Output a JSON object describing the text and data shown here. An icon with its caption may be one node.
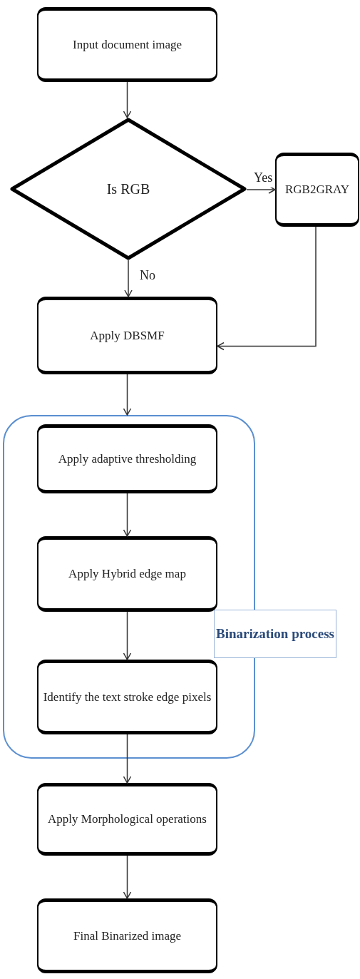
{
  "diagram": {
    "nodes": [
      {
        "text": [
          "Input document image"
        ]
      },
      {
        "text": [
          "Is RGB"
        ]
      },
      {
        "text": [
          "RGB2GRAY"
        ]
      },
      {
        "text": [
          "Apply DBSMF"
        ]
      },
      {
        "text": [
          "Binarization process"
        ]
      },
      {
        "text": [
          "Apply adaptive thresholding"
        ],
        "in": 4
      },
      {
        "text": [
          "Apply Hybrid edge map"
        ],
        "in": 4
      },
      {
        "text": [
          "Identify the text stroke edge pixels"
        ],
        "in": 4
      },
      {
        "text": [
          "Apply Morphological operations"
        ]
      },
      {
        "text": [
          "Final Binarized image"
        ]
      }
    ],
    "edges": [
      {
        "from": 0,
        "to": 1,
        "arrow": "to"
      },
      {
        "from": 1,
        "to": 2,
        "arrow": "to",
        "label": "Yes"
      },
      {
        "from": 1,
        "to": 3,
        "arrow": "to",
        "label": "No"
      },
      {
        "from": 2,
        "to": 3,
        "arrow": "to"
      },
      {
        "from": 3,
        "to": 4,
        "arrow": "to"
      },
      {
        "from": 5,
        "to": 6,
        "arrow": "to"
      },
      {
        "from": 6,
        "to": 7,
        "arrow": "to"
      },
      {
        "from": 7,
        "to": 8,
        "arrow": "to"
      },
      {
        "from": 8,
        "to": 9,
        "arrow": "to"
      }
    ]
  }
}
